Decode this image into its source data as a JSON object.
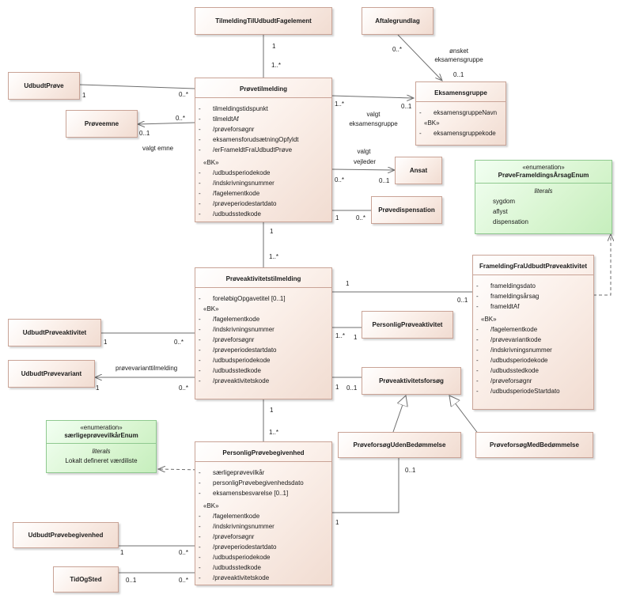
{
  "classes": {
    "tilmelding_fagelement": {
      "name": "TilmeldingTilUdbudtFagelement"
    },
    "aftalegrundlag": {
      "name": "Aftalegrundlag"
    },
    "udbudt_prove": {
      "name": "UdbudtPrøve"
    },
    "proveemne": {
      "name": "Prøveemne"
    },
    "ansat": {
      "name": "Ansat"
    },
    "provedispensation": {
      "name": "Prøvedispensation"
    },
    "udbudt_proveaktivitet": {
      "name": "UdbudtPrøveaktivitet"
    },
    "personlig_proveaktivitet": {
      "name": "PersonligPrøveaktivitet"
    },
    "udbudt_provevariant": {
      "name": "UdbudtPrøvevariant"
    },
    "proveaktivitetsforsog": {
      "name": "Prøveaktivitetsforsøg"
    },
    "forsog_uden": {
      "name": "PrøveforsøgUdenBedømmelse"
    },
    "forsog_med": {
      "name": "PrøveforsøgMedBedømmelse"
    },
    "udbudt_provebegivenhed": {
      "name": "UdbudtPrøvebegivenhed"
    },
    "tid_og_sted": {
      "name": "TidOgSted"
    },
    "provetilmelding": {
      "name": "Prøvetilmelding",
      "attributes": [
        "tilmeldingstidspunkt",
        "tilmeldtAf",
        "/prøveforsøgnr",
        "eksamensforudsætningOpfyldt",
        "/erFrameldtFraUdbudtPrøve"
      ],
      "stereotype": "«BK»",
      "keys": [
        "/udbudsperiodekode",
        "/indskrivningsnummer",
        "/fagelementkode",
        "/prøveperiodestartdato",
        "/udbudsstedkode"
      ]
    },
    "eksamensgruppe": {
      "name": "Eksamensgruppe",
      "attributes": [
        "eksamensgruppeNavn"
      ],
      "stereotype": "«BK»",
      "keys": [
        "eksamensgruppekode"
      ]
    },
    "proveaktivitetstilmelding": {
      "name": "Prøveaktivitetstilmelding",
      "attributes": [
        "foreløbigOpgavetitel [0..1]"
      ],
      "stereotype": "«BK»",
      "keys": [
        "/fagelementkode",
        "/indskrivningsnummer",
        "/prøveforsøgnr",
        "/prøveperiodestartdato",
        "/udbudsperiodekode",
        "/udbudsstedkode",
        "/prøveaktivitetskode"
      ]
    },
    "framelding": {
      "name": "FrameldingFraUdbudtPrøveaktivitet",
      "attributes": [
        "frameldingsdato",
        "frameldingsårsag",
        "frameldtAf"
      ],
      "stereotype": "«BK»",
      "keys": [
        "/fagelementkode",
        "/prøvevariantkode",
        "/indskrivningsnummer",
        "/udbudsperiodekode",
        "/udbudsstedkode",
        "/prøveforsøgnr",
        "/udbudsperiodeStartdato"
      ]
    },
    "personlig_provebegivenhed": {
      "name": "PersonligPrøvebegivenhed",
      "attributes": [
        "særligeprøvevilkår",
        "personligPrøvebegivenhedsdato",
        "eksamensbesvarelse [0..1]"
      ],
      "stereotype": "«BK»",
      "keys": [
        "/fagelementkode",
        "/indskrivningsnummer",
        "/prøveforsøgnr",
        "/prøveperiodestartdato",
        "/udbudsperiodekode",
        "/udbudsstedkode",
        "/prøveaktivitetskode"
      ]
    }
  },
  "enums": {
    "framelding_arsag": {
      "stereotype": "«enumeration»",
      "name": "PrøveFrameldingsÅrsagEnum",
      "section": "literals",
      "values": [
        "sygdom",
        "aflyst",
        "dispensation"
      ]
    },
    "saerlige_vilkar": {
      "stereotype": "«enumeration»",
      "name": "særligeprøvevilkårEnum",
      "section": "literals",
      "values": [
        "Lokalt defineret værdiliste"
      ]
    }
  },
  "labels": {
    "m_tf_1": "1",
    "m_tf_1n": "1..*",
    "m_af_0n": "0..*",
    "r_onsket": "ønsket",
    "r_onsket_eg": "eksamensgruppe",
    "m_af_01": "0..1",
    "m_up_1": "1",
    "m_up_0n": "0..*",
    "m_pe_0n": "0..*",
    "m_pe_01": "0..1",
    "r_valgt_emne": "valgt emne",
    "m_eg_1n": "1..*",
    "m_eg_01": "0..1",
    "r_valgt_eg_1": "valgt",
    "r_valgt_eg_2": "eksamensgruppe",
    "r_valgt_vej_1": "valgt",
    "r_valgt_vej_2": "vejleder",
    "m_an_0n": "0..*",
    "m_an_01": "0..1",
    "m_pd_1": "1",
    "m_pd_0n": "0..*",
    "m_pt_pa_1": "1",
    "m_pt_pa_1n": "1..*",
    "m_fr_1": "1",
    "m_fr_01": "0..1",
    "m_ua_1": "1",
    "m_ua_0n": "0..*",
    "m_ppa_1n": "1..*",
    "m_ppa_1": "1",
    "r_provevariant": "prøvevarianttilmelding",
    "m_uv_1": "1",
    "m_uv_0n": "0..*",
    "m_paf_1": "1",
    "m_paf_01": "0..1",
    "m_pa_pb_1": "1",
    "m_pa_pb_1n": "1..*",
    "m_uden_01": "0..1",
    "m_uden_1": "1",
    "m_ub_1": "1",
    "m_ub_0n": "0..*",
    "m_ts_01": "0..1",
    "m_ts_0n": "0..*"
  }
}
